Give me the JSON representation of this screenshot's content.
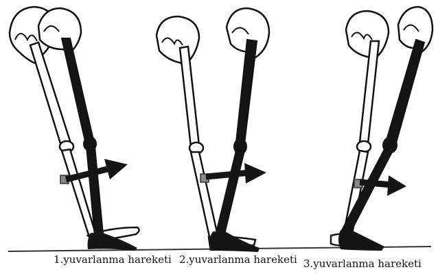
{
  "figure": {
    "phases": [
      {
        "caption": "1.yuvarlanma hareketi"
      },
      {
        "caption": "2.yuvarlanma hareketi"
      },
      {
        "caption": "3.yuvarlanma hareketi"
      }
    ],
    "colors": {
      "background": "#ffffff",
      "outline": "#111111",
      "fill_dark": "#151515",
      "fill_light": "#ffffff"
    }
  }
}
